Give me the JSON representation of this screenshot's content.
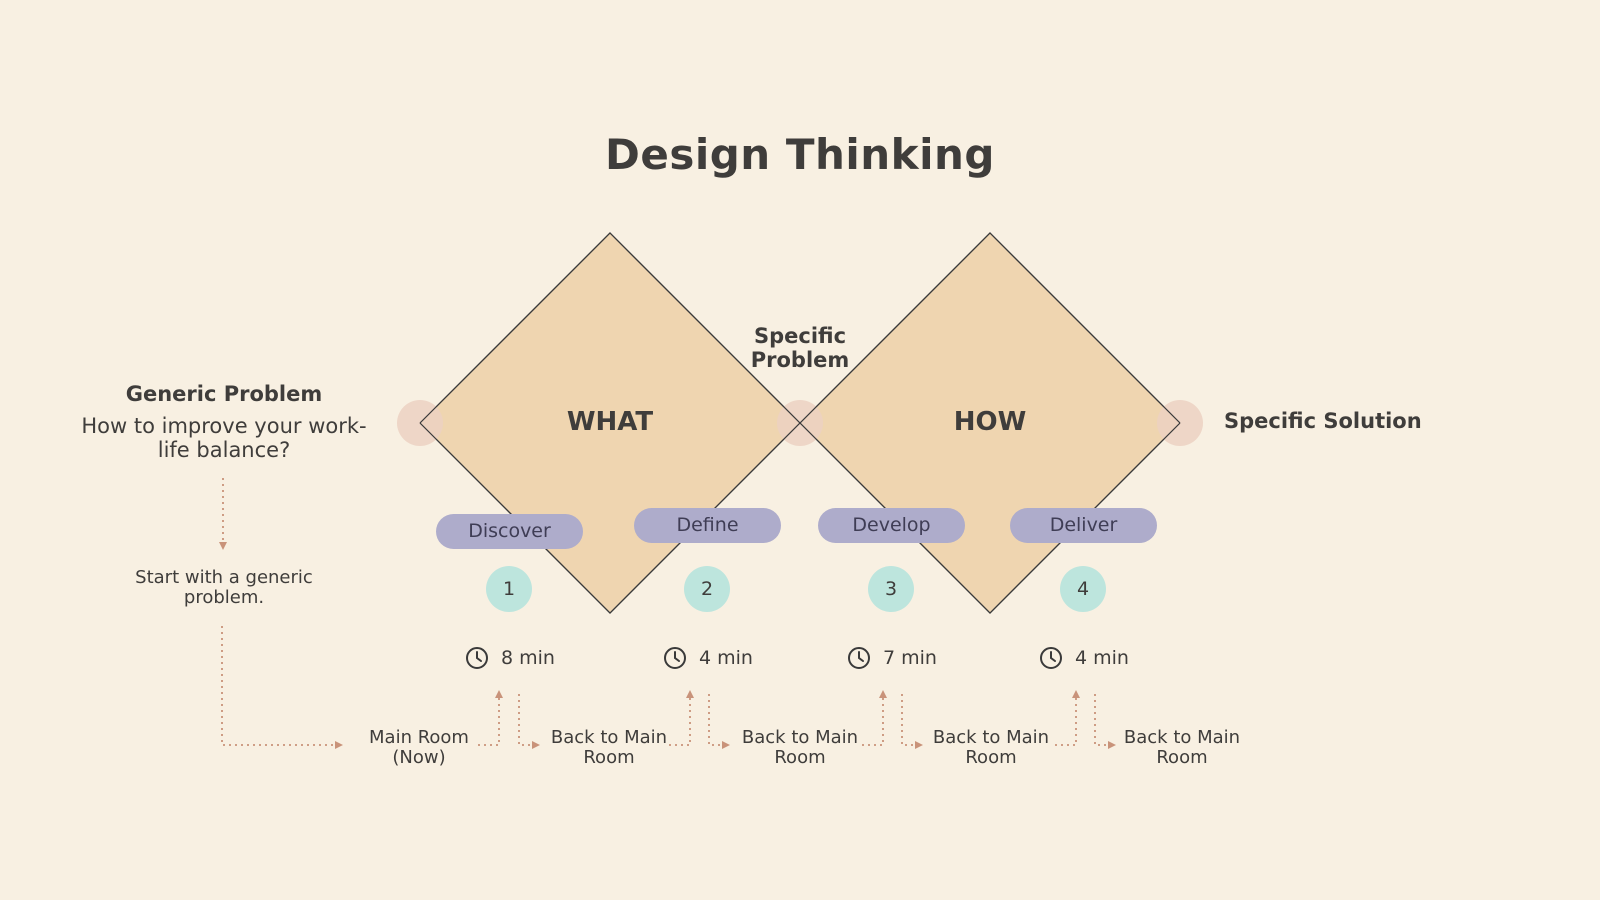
{
  "title": "Design Thinking",
  "left": {
    "heading": "Generic Problem",
    "question": "How to improve your work-life balance?",
    "start_note": "Start with a generic problem."
  },
  "middle_label": "Specific Problem",
  "right_label": "Specific Solution",
  "diamonds": [
    {
      "label": "WHAT"
    },
    {
      "label": "HOW"
    }
  ],
  "phases": [
    {
      "pill": "Discover",
      "number": "1",
      "time": "8 min",
      "room": "Main Room (Now)"
    },
    {
      "pill": "Define",
      "number": "2",
      "time": "4 min",
      "room": "Back to Main Room"
    },
    {
      "pill": "Develop",
      "number": "3",
      "time": "7 min",
      "room": "Back to Main Room"
    },
    {
      "pill": "Deliver",
      "number": "4",
      "time": "4 min",
      "room": "Back to Main Room"
    }
  ],
  "final_room": "Back to Main Room",
  "icons": {
    "clock": "clock-icon",
    "arrow": "dotted-arrow"
  },
  "colors": {
    "background": "#f8f0e2",
    "diamond_fill": "#efd5b0",
    "node_circle": "#ecd1c2",
    "pill": "#aeaccb",
    "number_circle": "#bde5dd",
    "arrow": "#c9937a"
  }
}
